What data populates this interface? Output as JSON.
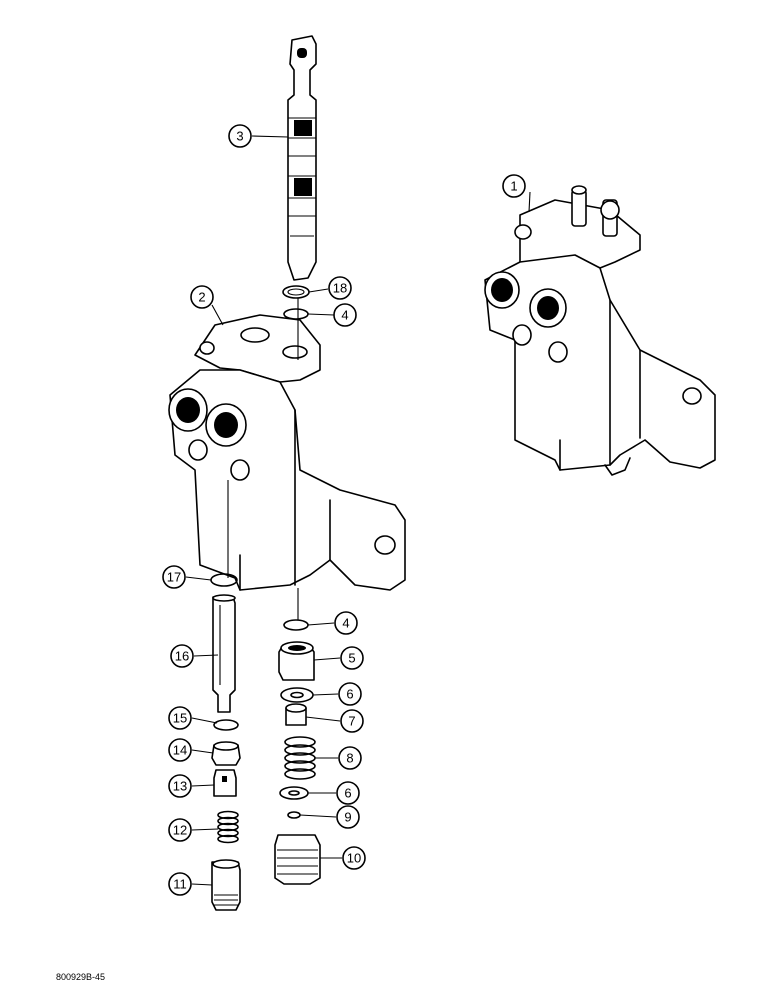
{
  "figure_id": "800929B-45",
  "callouts": [
    {
      "label": "1"
    },
    {
      "label": "2"
    },
    {
      "label": "3"
    },
    {
      "label": "18"
    },
    {
      "label": "4"
    },
    {
      "label": "17"
    },
    {
      "label": "4"
    },
    {
      "label": "16"
    },
    {
      "label": "5"
    },
    {
      "label": "6"
    },
    {
      "label": "15"
    },
    {
      "label": "7"
    },
    {
      "label": "14"
    },
    {
      "label": "8"
    },
    {
      "label": "13"
    },
    {
      "label": "6"
    },
    {
      "label": "9"
    },
    {
      "label": "12"
    },
    {
      "label": "10"
    },
    {
      "label": "11"
    }
  ]
}
